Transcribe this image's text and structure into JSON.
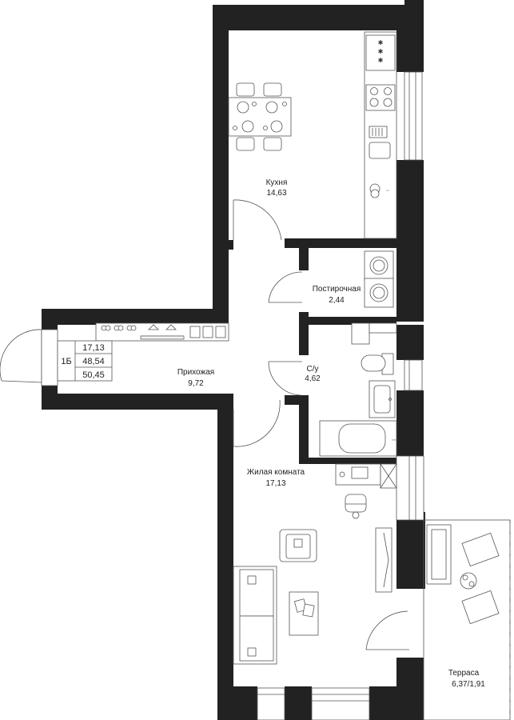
{
  "colors": {
    "wall": "#222222",
    "line": "#555555",
    "background": "#ffffff"
  },
  "apartment": {
    "type": "1Б",
    "area_living": "17,13",
    "area_total": "48,54",
    "area_total_with_terrace": "50,45"
  },
  "rooms": {
    "kitchen": {
      "name": "Кухня",
      "area": "14,63"
    },
    "laundry": {
      "name": "Постирочная",
      "area": "2,44"
    },
    "bathroom": {
      "name": "С/у",
      "area": "4,62"
    },
    "hallway": {
      "name": "Прихожая",
      "area": "9,72"
    },
    "living": {
      "name": "Жилая комната",
      "area": "17,13"
    },
    "terrace": {
      "name": "Терраса",
      "area": "6,37/1,91"
    }
  }
}
